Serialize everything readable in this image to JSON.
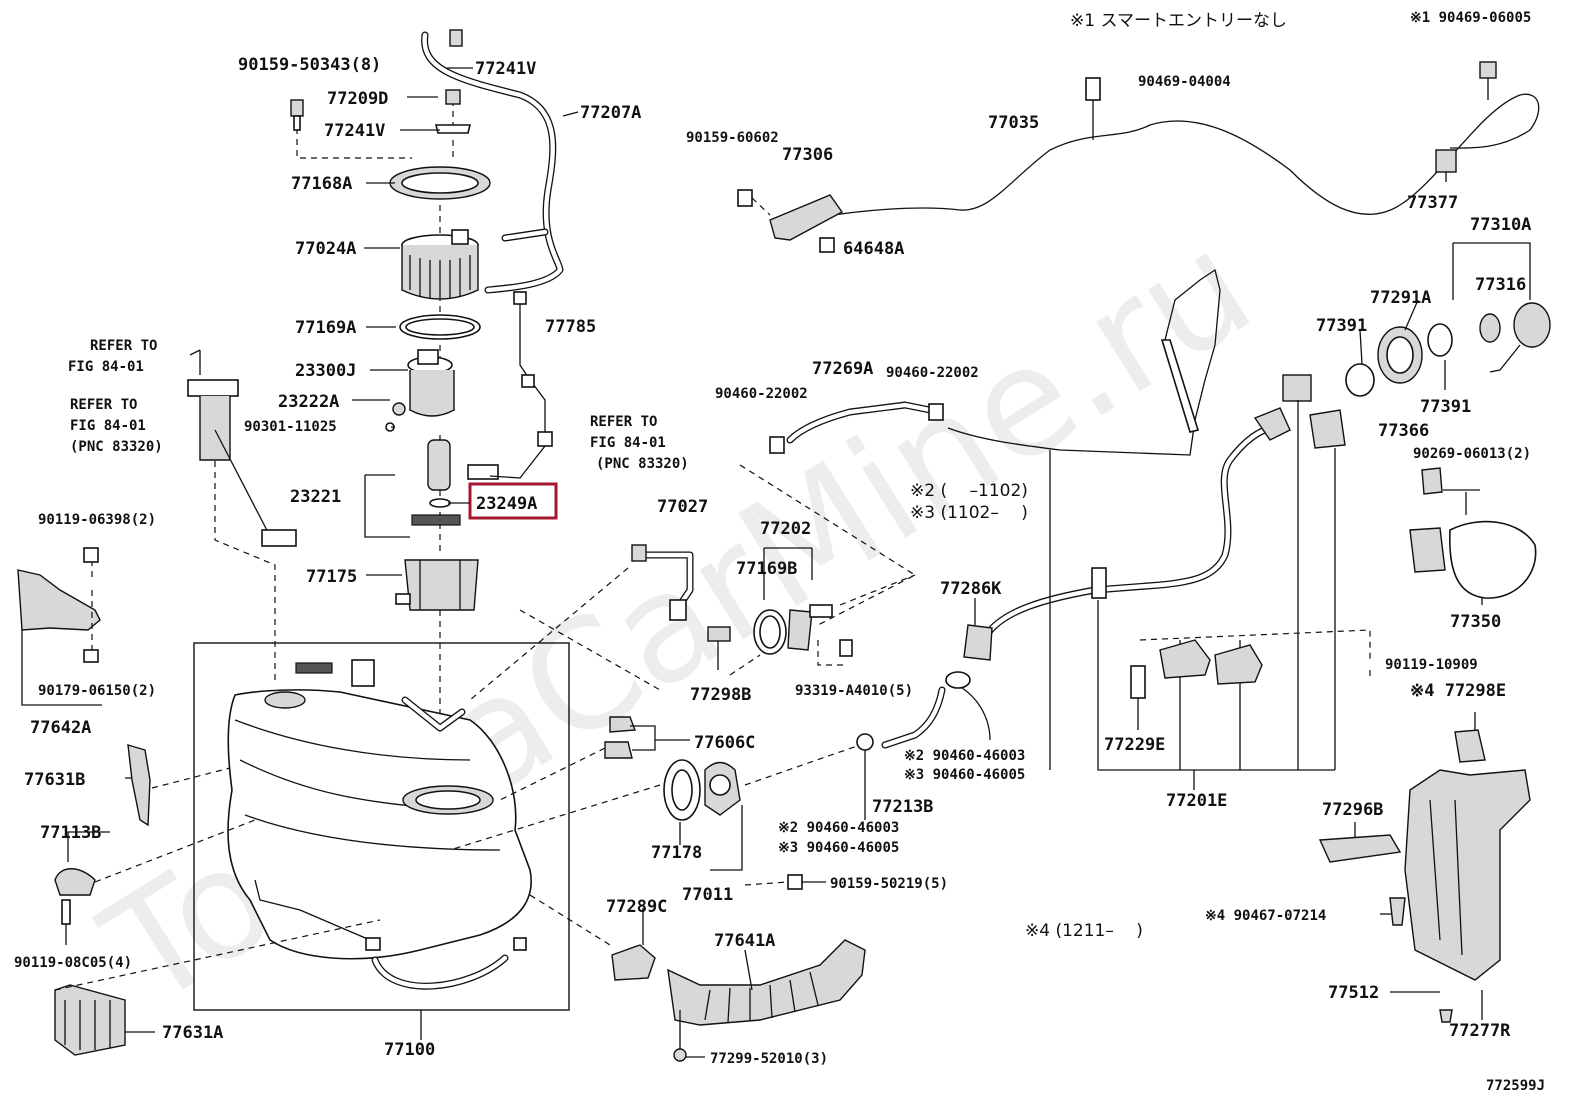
{
  "watermark": "ToyotaCarMine.ru",
  "diagram_id": "772599J",
  "notes": {
    "smart_entry": "※1 スマートエントリーなし",
    "n2": "※2 (　 –1102)",
    "n3": "※3 (1102–　 )",
    "n4": "※4 (1211–　 )"
  },
  "highlighted_part": "23249A",
  "labels": {
    "p90159_50343": "90159-50343(8)",
    "p77241v_top": "77241V",
    "p77209d": "77209D",
    "p77207a": "77207A",
    "p77241v": "77241V",
    "p77168a": "77168A",
    "p77024a": "77024A",
    "p77785": "77785",
    "p77169a": "77169A",
    "p23300j": "23300J",
    "p23222a": "23222A",
    "p90301": "90301-11025",
    "p23221": "23221",
    "p23249a": "23249A",
    "p77175": "77175",
    "refer1a": "REFER TO",
    "refer1b": "FIG 84-01",
    "refer2a": "REFER TO",
    "refer2b": "FIG 84-01",
    "refer2c": "(PNC 83320)",
    "refer3a": "REFER TO",
    "refer3b": "FIG 84-01",
    "refer3c": "(PNC 83320)",
    "p90119_06398": "90119-06398(2)",
    "p90179_06150": "90179-06150(2)",
    "p77642a": "77642A",
    "p77631b": "77631B",
    "p77113b": "77113B",
    "p90119_08c05": "90119-08C05(4)",
    "p77631a": "77631A",
    "p77100": "77100",
    "p77027": "77027",
    "p77202": "77202",
    "p77169b": "77169B",
    "p77298b": "77298B",
    "p93319": "93319-A4010(5)",
    "p77606c": "77606C",
    "p77178": "77178",
    "p77011": "77011",
    "p90159_50219": "90159-50219(5)",
    "p77289c": "77289C",
    "p77641a": "77641A",
    "p77299": "77299-52010(3)",
    "p90159_60602": "90159-60602",
    "p77306": "77306",
    "p64648a": "64648A",
    "p77035": "77035",
    "p90469_04004": "90469-04004",
    "p90469_06005": "※1 90469-06005",
    "p77377": "77377",
    "p77310a": "77310A",
    "p77316": "77316",
    "p77291a": "77291A",
    "p77391a": "77391",
    "p77391b": "77391",
    "p77366": "77366",
    "p90269": "90269-06013(2)",
    "p77350": "77350",
    "p90460_22002a": "90460-22002",
    "p77269a": "77269A",
    "p90460_22002b": "90460-22002",
    "p77286k": "77286K",
    "p90460_46003a": "※2 90460-46003",
    "p90460_46005a": "※3 90460-46005",
    "p77213b": "77213B",
    "p90460_46003b": "※2 90460-46003",
    "p90460_46005b": "※3 90460-46005",
    "p77229e": "77229E",
    "p77201e": "77201E",
    "p90119_10909": "90119-10909",
    "p77298e": "※4 77298E",
    "p77296b": "77296B",
    "p90467": "※4 90467-07214",
    "p77512": "77512",
    "p77277r": "77277R"
  }
}
